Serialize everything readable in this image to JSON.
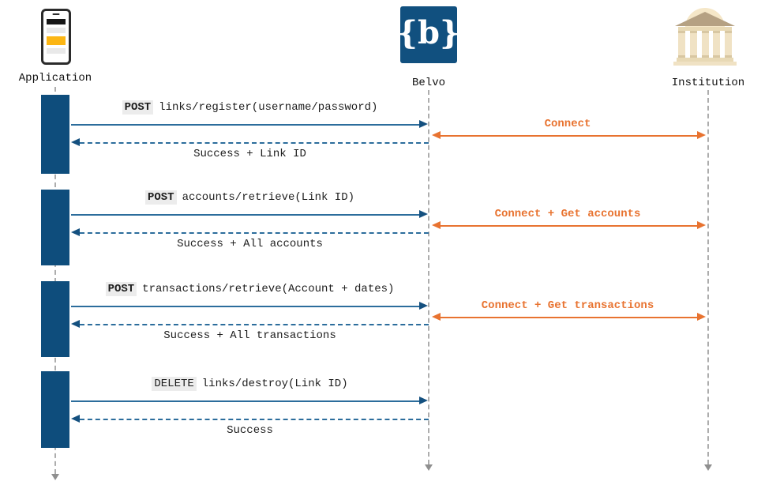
{
  "diagram": {
    "type": "sequence-diagram",
    "actors": [
      {
        "name": "Application",
        "icon": "smartphone-icon"
      },
      {
        "name": "Belvo",
        "icon": "belvo-logo-icon"
      },
      {
        "name": "Institution",
        "icon": "bank-icon"
      }
    ],
    "belvo_logo_text": "{b}",
    "colors": {
      "activation_navy": "#0e4d7c",
      "belvo_brand_navy": "#11507f",
      "arrow_blue": "#2c6d9c",
      "connect_orange": "#e87330",
      "method_highlight": "#ececec",
      "phone_accent_yellow": "#fcb614",
      "bank_tan": "#f0e2c4",
      "lifeline_gray": "#adadad"
    },
    "blocks": [
      {
        "request": {
          "method": "POST",
          "path": "links/register(username/password)"
        },
        "connect_label": "Connect",
        "response_label": "Success + Link ID"
      },
      {
        "request": {
          "method": "POST",
          "path": "accounts/retrieve(Link ID)"
        },
        "connect_label": "Connect + Get accounts",
        "response_label": "Success + All accounts"
      },
      {
        "request": {
          "method": "POST",
          "path": "transactions/retrieve(Account + dates)"
        },
        "connect_label": "Connect + Get transactions",
        "response_label": "Success + All transactions"
      },
      {
        "request": {
          "method": "DELETE",
          "path": "links/destroy(Link ID)"
        },
        "connect_label": "",
        "response_label": "Success"
      }
    ]
  }
}
